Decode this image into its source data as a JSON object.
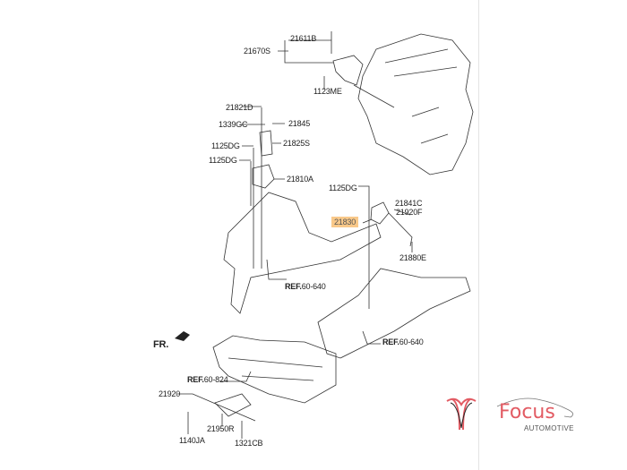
{
  "parts": {
    "p21611B": "21611B",
    "p21670S": "21670S",
    "p1123ME": "1123ME",
    "p21821D": "21821D",
    "p1339GC": "1339GC",
    "p21845": "21845",
    "p1125DG_a": "1125DG",
    "p21825S": "21825S",
    "p1125DG_b": "1125DG",
    "p21810A": "21810A",
    "p1125DG_c": "1125DG",
    "p21841C": "21841C",
    "p21920F": "21920F",
    "p21830": "21830",
    "p21880E": "21880E",
    "p21920": "21920",
    "p21950R": "21950R",
    "p1140JA": "1140JA",
    "p1321CB": "1321CB"
  },
  "refs": {
    "ref1_prefix": "REF.",
    "ref1_num": "60-640",
    "ref2_prefix": "REF.",
    "ref2_num": "60-640",
    "ref3_prefix": "REF.",
    "ref3_num": "60-824"
  },
  "direction_label": "FR.",
  "logo": {
    "brand": "Focus",
    "tagline": "AUTOMOTIVE"
  },
  "colors": {
    "highlight": "#f9c98a",
    "brand": "#e25b63"
  }
}
